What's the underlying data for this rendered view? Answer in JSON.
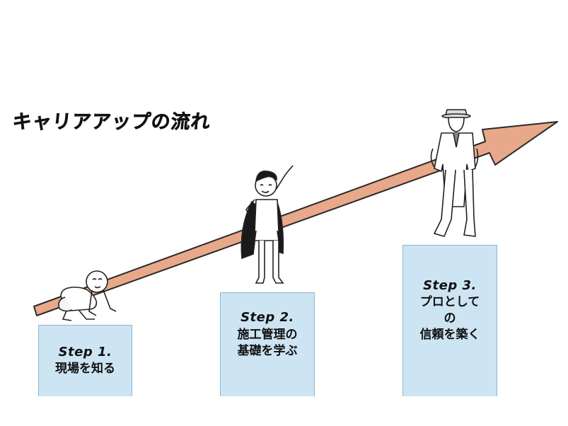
{
  "title": "キャリアアップの流れ",
  "colors": {
    "arrow_fill": "#e8a88a",
    "arrow_stroke": "#2a2a2a",
    "box_fill": "#cde4f3",
    "box_border": "#8fb6d3"
  },
  "steps": [
    {
      "step": "Step 1.",
      "lines": [
        "現場を知る"
      ]
    },
    {
      "step": "Step 2.",
      "lines": [
        "施工管理の",
        "基礎を学ぶ"
      ]
    },
    {
      "step": "Step 3.",
      "lines": [
        "プロとして",
        "の",
        "信頼を築く"
      ]
    }
  ],
  "figures": [
    "crawling-baby-figure",
    "caped-boy-pointing-figure",
    "man-in-suit-and-hat-figure"
  ]
}
